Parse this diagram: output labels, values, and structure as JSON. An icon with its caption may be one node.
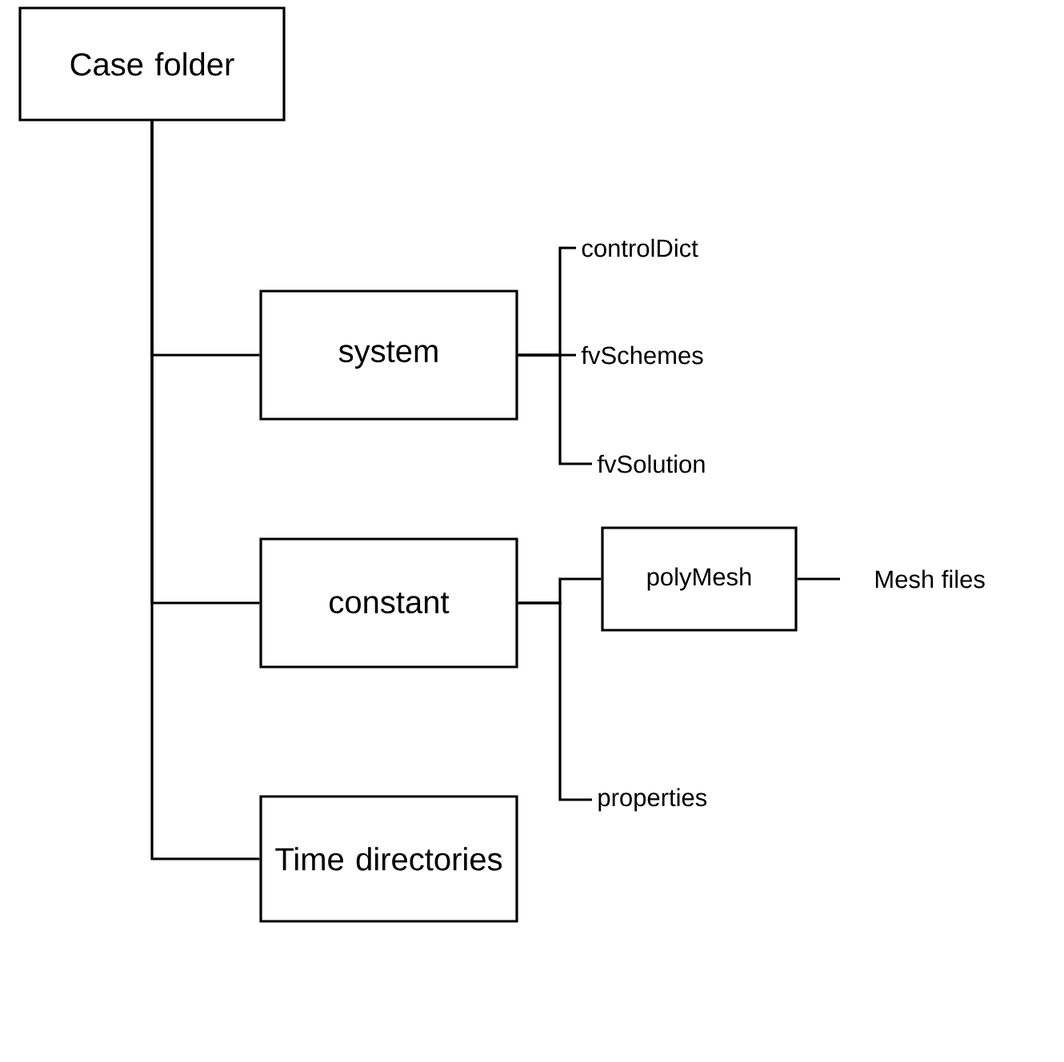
{
  "diagram": {
    "nodes": [
      {
        "text": [
          "Case folder"
        ]
      },
      {
        "text": [
          "system"
        ]
      },
      {
        "text": [
          "constant"
        ]
      },
      {
        "text": [
          "Time directories"
        ]
      },
      {
        "text": [
          "controlDict"
        ]
      },
      {
        "text": [
          "fvSchemes"
        ]
      },
      {
        "text": [
          "fvSolution"
        ]
      },
      {
        "text": [
          "polyMesh"
        ]
      },
      {
        "text": [
          "Mesh files"
        ]
      },
      {
        "text": [
          "properties"
        ]
      }
    ],
    "edges": [
      {
        "from": 0,
        "to": 1,
        "arrow": "none"
      },
      {
        "from": 0,
        "to": 2,
        "arrow": "none"
      },
      {
        "from": 0,
        "to": 3,
        "arrow": "none"
      },
      {
        "from": 1,
        "to": 4,
        "arrow": "none"
      },
      {
        "from": 1,
        "to": 5,
        "arrow": "none"
      },
      {
        "from": 1,
        "to": 6,
        "arrow": "none"
      },
      {
        "from": 2,
        "to": 7,
        "arrow": "none"
      },
      {
        "from": 2,
        "to": 9,
        "arrow": "none"
      },
      {
        "from": 7,
        "to": 8,
        "arrow": "none"
      }
    ]
  }
}
